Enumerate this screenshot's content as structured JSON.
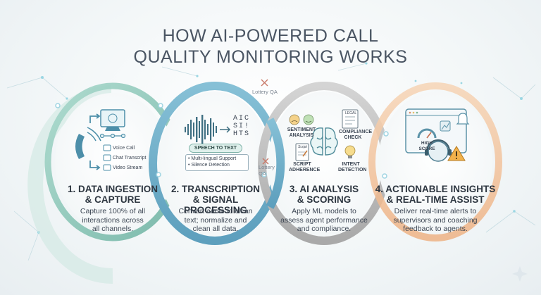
{
  "title": {
    "line1": "HOW AI-POWERED CALL",
    "line2": "QUALITY MONITORING WORKS"
  },
  "watermarks": [
    "Lottery QA",
    "Lottery QA"
  ],
  "colors": {
    "teal": "#7fc0ae",
    "blue": "#7fb3cf",
    "grey": "#b9b9b9",
    "orange": "#f0b98c",
    "text": "#2d3640"
  },
  "steps": [
    {
      "title1": "1. DATA INGESTION",
      "title2": "& CAPTURE",
      "desc1": "Capture 100% of all",
      "desc2": "interactions across",
      "desc3": "all channels.",
      "channels": [
        "Voice Call",
        "Chat Transcript",
        "Video Stream"
      ],
      "icons": [
        "phone-icon",
        "computer-icon",
        "network-icon"
      ]
    },
    {
      "title1": "2. TRANSCRIPTION",
      "title2": "& SIGNAL PROCESSING",
      "desc1": "Convert audio to clean",
      "desc2": "text; normalize and",
      "desc3": "clean all data.",
      "speech_label": "SPEECH TO TEXT",
      "letters": [
        "A",
        "I",
        "C",
        "S",
        "I",
        "!",
        "H",
        "T",
        "S"
      ],
      "features": [
        "• Multi-lingual Support",
        "• Silence Detection"
      ]
    },
    {
      "title1": "3. AI ANALYSIS",
      "title2": "& SCORING",
      "desc1": "Apply ML models to",
      "desc2": "assess agent performance",
      "desc3": "and compliance.",
      "sentiment": "SENTIMENT ANALYSIS",
      "compliance": "COMPLIANCE CHECK",
      "script": "SCRIPT ADHERENCE",
      "intent": "INTENT DETECTION",
      "doc_label": "LEGAL",
      "script_doc": "Script"
    },
    {
      "title1": "4. ACTIONABLE INSIGHTS",
      "title2": "& REAL-TIME ASSIST",
      "desc1": "Deliver real-time alerts to",
      "desc2": "supervisors and coaching",
      "desc3": "feedback to agents.",
      "score_label": "HIGH SCORE"
    }
  ]
}
